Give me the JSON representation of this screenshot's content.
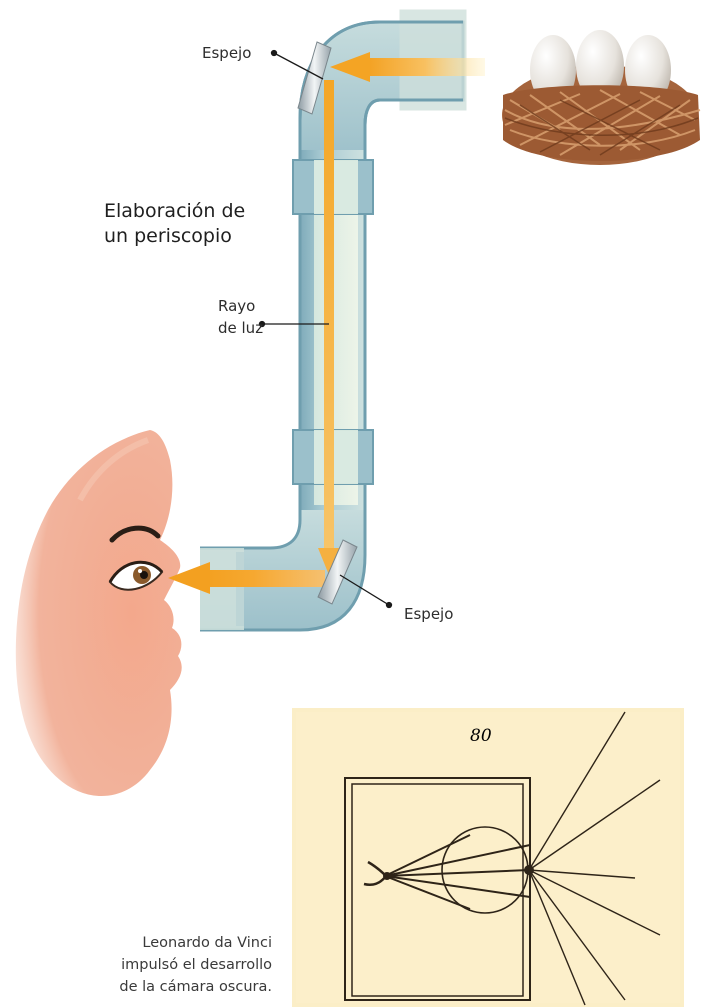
{
  "diagram": {
    "title_line1": "Elaboración de",
    "title_line2": "un periscopio",
    "mirror_top_label": "Espejo",
    "mirror_bottom_label": "Espejo",
    "ray_label_line1": "Rayo",
    "ray_label_line2": "de luz",
    "colors": {
      "tube": "#9fc4cf",
      "tube_dark": "#6f9eae",
      "tube_light": "#d9ebe2",
      "ray": "#f5a623",
      "face": "#f2a388",
      "sketch_paper": "#fbeec7"
    }
  },
  "sketch": {
    "page_number": "80",
    "caption_line1": "Leonardo da Vinci",
    "caption_line2": "impulsó el desarrollo",
    "caption_line3": "de la cámara oscura."
  }
}
